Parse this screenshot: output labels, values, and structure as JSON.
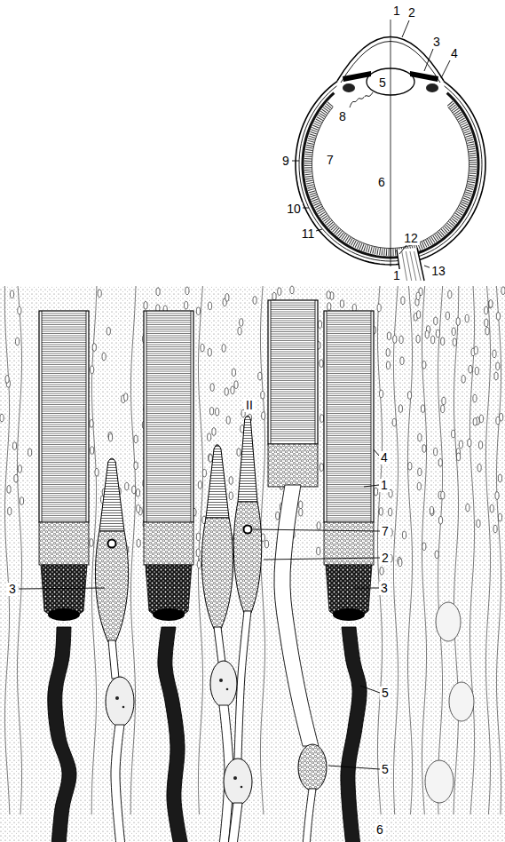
{
  "diagram": {
    "labels": [
      "1",
      "2",
      "3",
      "4",
      "5",
      "6",
      "7",
      "8",
      "9",
      "10",
      "11",
      "12",
      "13",
      "1",
      "II",
      "4",
      "1",
      "7",
      "2",
      "3",
      "3",
      "5",
      "5",
      "6"
    ]
  }
}
